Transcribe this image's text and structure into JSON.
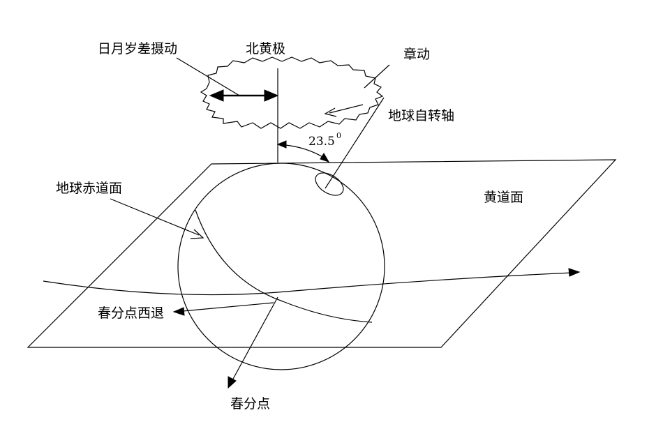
{
  "labels": {
    "lunisolar_precession": "日月岁差摄动",
    "north_ecliptic_pole": "北黄极",
    "nutation": "章动",
    "earth_rotation_axis": "地球自转轴",
    "angle_value": "23.5",
    "angle_superscript": "0",
    "earth_equator_plane": "地球赤道面",
    "ecliptic_plane": "黄道面",
    "vernal_equinox_westward": "春分点西退",
    "vernal_equinox": "春分点"
  },
  "colors": {
    "line": "#000000",
    "background": "#ffffff"
  }
}
